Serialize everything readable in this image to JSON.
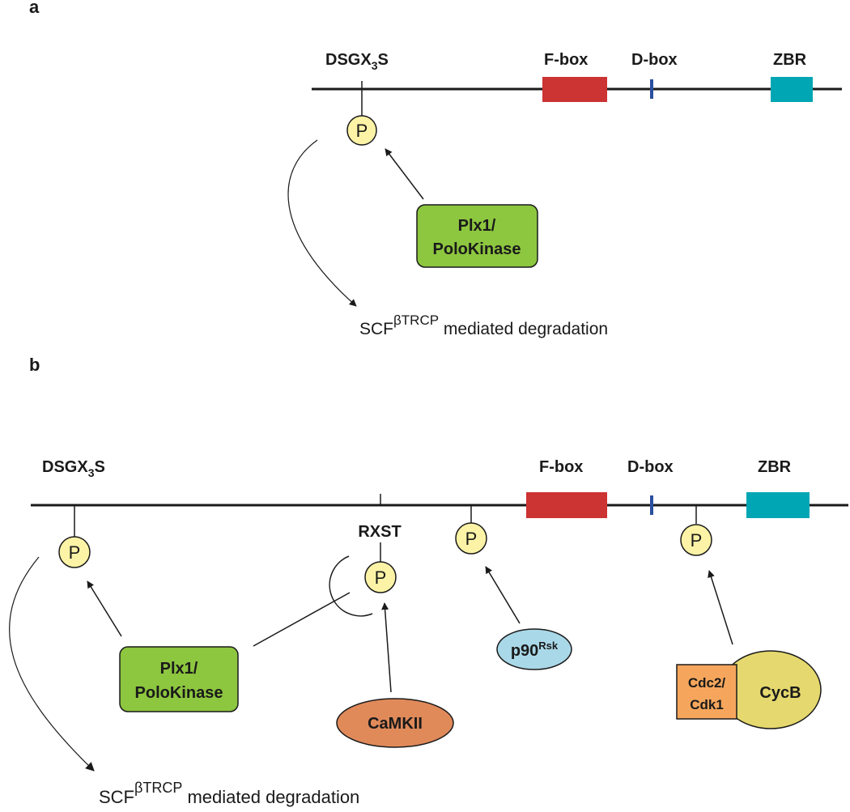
{
  "panel_a": {
    "letter": "a",
    "motif": {
      "base": "DSGX",
      "sub": "3",
      "tail": "S"
    },
    "fbox": "F-box",
    "dbox": "D-box",
    "zbr": "ZBR",
    "phospho": "P",
    "kinase": {
      "line1": "Plx1/",
      "line2": "PoloKinase"
    },
    "degradation": {
      "base": "SCF",
      "sup": "βTRCP",
      "rest": " mediated degradation"
    }
  },
  "panel_b": {
    "letter": "b",
    "motif": {
      "base": "DSGX",
      "sub": "3",
      "tail": "S"
    },
    "fbox": "F-box",
    "dbox": "D-box",
    "zbr": "ZBR",
    "rxst": "RXST",
    "phospho": "P",
    "polo": {
      "line1": "Plx1/",
      "line2": "PoloKinase"
    },
    "camkii": "CaMKII",
    "rsk": {
      "base": "p90",
      "sup": "Rsk"
    },
    "cdc2": {
      "line1": "Cdc2/",
      "line2": "Cdk1"
    },
    "cycb": "CycB",
    "degradation": {
      "base": "SCF",
      "sup": "βTRCP",
      "rest": " mediated degradation"
    }
  },
  "colors": {
    "fbox": "#cc3333",
    "dbox": "#2a4fa0",
    "zbr": "#00a6b4",
    "phospho": "#fcf3a6",
    "polo": "#8dc63f",
    "camkii": "#e08a5a",
    "rsk": "#a9d8e8",
    "cdc2": "#f6a65c",
    "cycb": "#e5d86e"
  }
}
